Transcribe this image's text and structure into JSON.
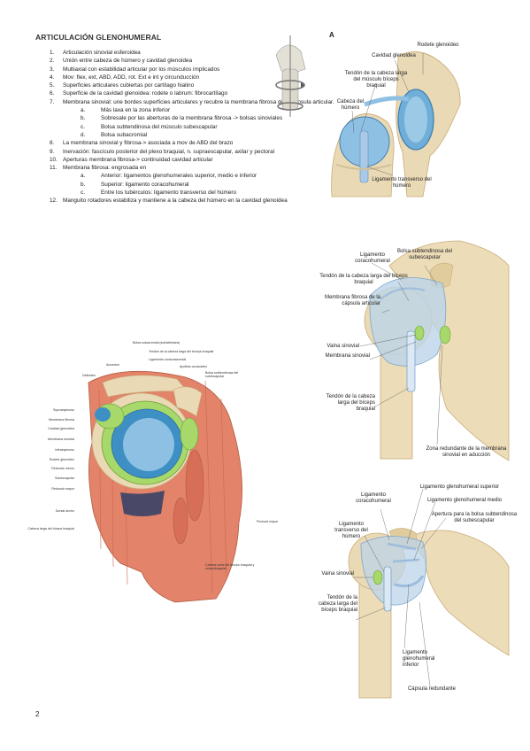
{
  "page": {
    "title": "ARTICULACIÓN GLENOHUMERAL",
    "page_number": "2"
  },
  "items": [
    {
      "num": "1.",
      "text": "Articulación sinovial esferoidea"
    },
    {
      "num": "2.",
      "text": "Unión entre cabeza de húmero y cavidad glenoidea"
    },
    {
      "num": "3.",
      "text": "Multiaxial con estabilidad articular por los músculos implicados"
    },
    {
      "num": "4.",
      "text": "Mov: flex, ext, ABD, ADD, rot. Ext e int y circunducción"
    },
    {
      "num": "5.",
      "text": "Superficies articulares cubiertas por cartílago hialino"
    },
    {
      "num": "6.",
      "text": "Superficie de la cavidad glenoidea: rodete o labrum: fibrocartílago"
    },
    {
      "num": "7.",
      "text": "Membrana sinovial: une bordes superficies articulares y recubre la membrana fibrosa de la cápsula articular.",
      "sub": [
        {
          "let": "a.",
          "text": "Más laxa en la zona inferior"
        },
        {
          "let": "b.",
          "text": "Sobresale por las aberturas de la membrana fibrosa -> bolsas sinoviales"
        },
        {
          "let": "c.",
          "text": "Bolsa subtendinosa del músculo subescapular"
        },
        {
          "let": "d.",
          "text": "Bolsa subacromial"
        }
      ]
    },
    {
      "num": "8.",
      "text": "La membrana sinovial y fibrosa-> asociada a mov de ABD del brazo"
    },
    {
      "num": "9.",
      "text": "Inervación: fascículo posterior del plexo braquial, n. supraescapular, axilar y pectoral"
    },
    {
      "num": "10.",
      "text": "Aperturas membrana fibrosa-> continuidad cavidad articular"
    },
    {
      "num": "11.",
      "text": "Membrana fibrosa: engrosada en",
      "sub": [
        {
          "let": "a.",
          "text": "Anterior: ligamentos glenohumerales superior, medio e inferior"
        },
        {
          "let": "b.",
          "text": "Superior: ligamento coracohumeral"
        },
        {
          "let": "c.",
          "text": "Entre los tubérculos: ligamento transverso del húmero"
        }
      ]
    },
    {
      "num": "12.",
      "text": "Manguito rotadores estabiliza y mantiene a la cabeza del húmero en la cavidad glenoidea"
    }
  ],
  "figA": {
    "letter": "A",
    "labels": {
      "rodete": "Rodete glenoideo",
      "cavidad": "Cavidad glenoidea",
      "tendon": "Tendón de la cabeza larga del músculo bíceps braquial",
      "cabeza": "Cabeza del húmero",
      "ligamento": "Ligamento transverso del húmero"
    }
  },
  "figB": {
    "labels": {
      "bolsa": "Bolsa subtendinosa del subescapular",
      "coraco": "Ligamento coracohumeral",
      "tendon_top": "Tendón de la cabeza larga del bíceps braquial",
      "membrana": "Membrana fibrosa de la cápsula articular",
      "vaina": "Vaina sinovial",
      "membrana_sin": "Membrana sinovial",
      "tendon_bottom": "Tendón de la cabeza larga del bíceps braquial",
      "zona": "Zona redundante de la membrana sinovial en aducción"
    }
  },
  "figC": {
    "labels": {
      "coraco": "Ligamento coracohumeral",
      "sup": "Ligamento glenohumeral superior",
      "medio": "Ligamento glenohumeral medio",
      "apertura": "Apertura para la bolsa subtendinosa del subescapular",
      "transverso": "Ligamento transverso del húmero",
      "vaina": "Vaina sinovial",
      "tendon": "Tendón de la cabeza larga del bíceps braquial",
      "inferior": "Ligamento glenohumeral inferior",
      "capsula": "Cápsula redundante"
    }
  },
  "figD": {
    "labels": {
      "bolsa_sub": "Bolsa subacromial (subdeltoidea)",
      "tendon": "Tendón de la cabeza larga del bíceps braquial",
      "lig_coraco": "Ligamento coracoacromial",
      "apofisis": "Apófisis coracoides",
      "bolsa_subt": "Bolsa subtendinosa del subescapular",
      "acromion": "Acromion",
      "deltoides": "Deltoides",
      "supraesp": "Supraespinoso",
      "memb_fib": "Membrana fibrosa",
      "cavidad": "Cavidad glenoidea",
      "memb_sin": "Membrana sinovial",
      "infraesp": "Infraespinoso",
      "rodete": "Rodete glenoideo",
      "red_menor": "Redondo menor",
      "subesc": "Subescapular",
      "red_mayor": "Redondo mayor",
      "dorsal": "Dorsal ancho",
      "cabeza_larga": "Cabeza larga del bíceps braquial",
      "pectoral": "Pectoral mayor",
      "cabeza_corta": "Cabeza corta del bíceps braquial y coracobraquial"
    }
  },
  "colors": {
    "bone": "#e9d9b5",
    "bone_shade": "#c9ab78",
    "cartilage": "#6eaed8",
    "synovial": "#a6d86a",
    "muscle": "#e2836a",
    "capsule": "#bcd4ea"
  }
}
